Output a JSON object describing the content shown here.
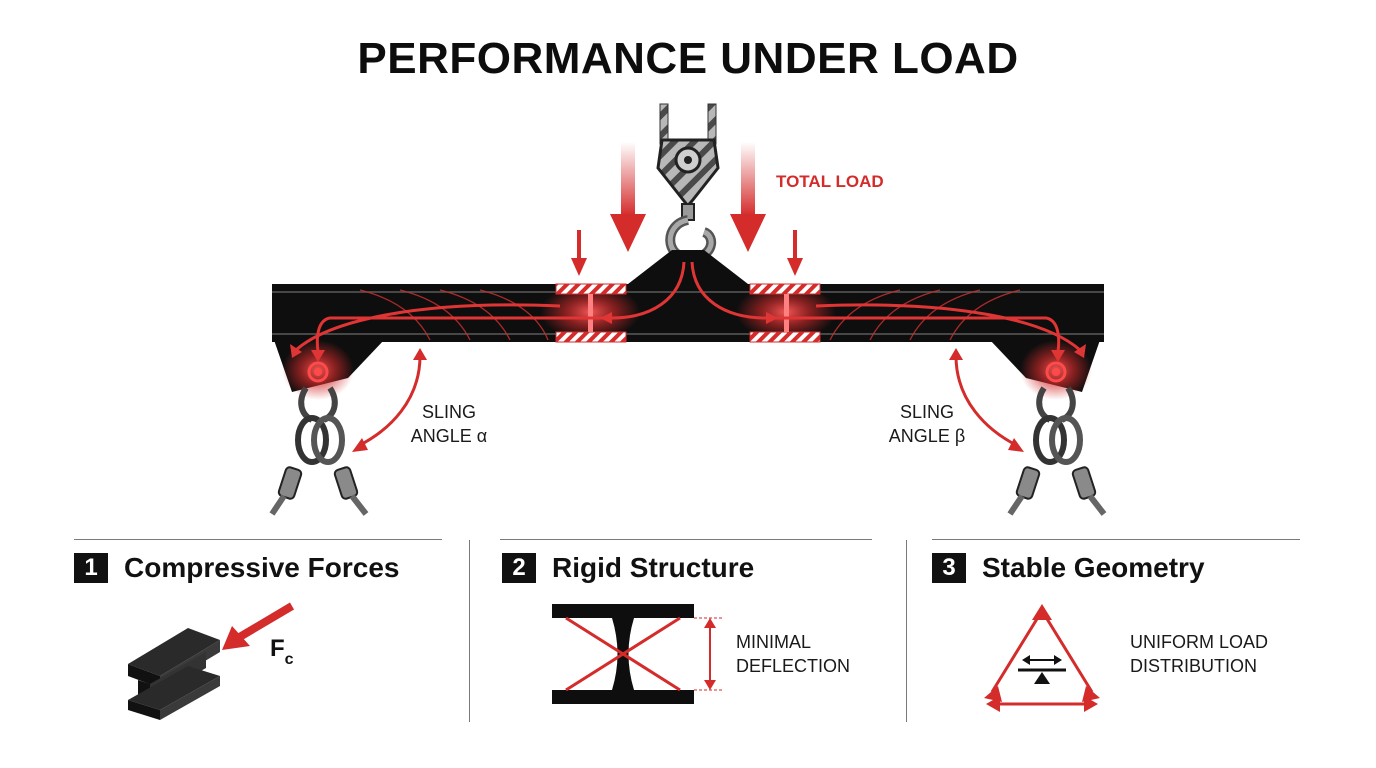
{
  "title": "PERFORMANCE UNDER LOAD",
  "diagram": {
    "total_load_label": "TOTAL LOAD",
    "sling_left": {
      "line1": "SLING",
      "line2": "ANGLE α"
    },
    "sling_right": {
      "line1": "SLING",
      "line2": "ANGLE β"
    }
  },
  "panels": [
    {
      "number": "1",
      "title": "Compressive Forces",
      "force_label": "F",
      "force_subscript": "c"
    },
    {
      "number": "2",
      "title": "Rigid Structure",
      "note_line1": "MINIMAL",
      "note_line2": "DEFLECTION"
    },
    {
      "number": "3",
      "title": "Stable Geometry",
      "note_line1": "UNIFORM LOAD",
      "note_line2": "DISTRIBUTION"
    }
  ],
  "colors": {
    "accent": "#d42b2b",
    "beam": "#0e0e0e",
    "steel": "#9a9a9a"
  }
}
